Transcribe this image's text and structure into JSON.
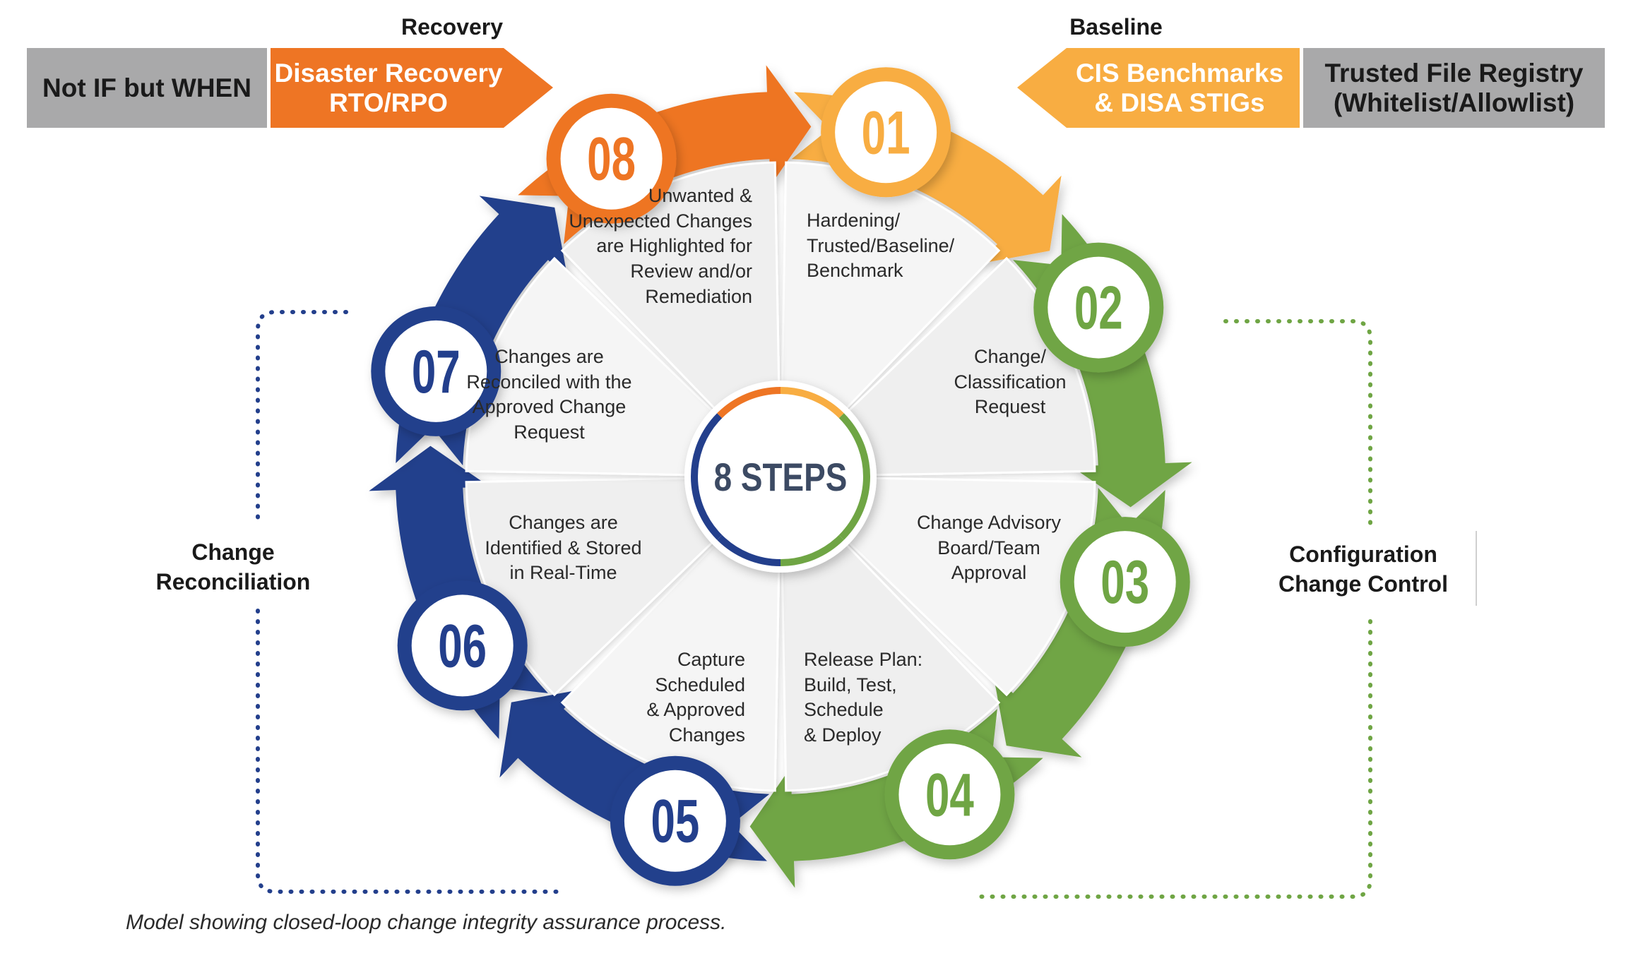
{
  "top": {
    "left_header": "Recovery",
    "right_header": "Baseline",
    "box_not_if": "Not IF but WHEN",
    "box_disaster": [
      "Disaster Recovery",
      "RTO/RPO"
    ],
    "box_cis": [
      "CIS Benchmarks",
      "& DISA STIGs"
    ],
    "box_trusted": [
      "Trusted File Registry",
      "(Whitelist/Allowlist)"
    ]
  },
  "sides": {
    "left": [
      "Change",
      "Reconciliation"
    ],
    "right": [
      "Configuration",
      "Change Control"
    ]
  },
  "center": {
    "label": "8 STEPS"
  },
  "steps": [
    {
      "number": "01",
      "text": "Hardening/\nTrusted/Baseline/\nBenchmark",
      "color": "#f8ad42"
    },
    {
      "number": "02",
      "text": "Change/\nClassification\nRequest",
      "color": "#6fa544"
    },
    {
      "number": "03",
      "text": "Change Advisory\nBoard/Team\nApproval",
      "color": "#6fa544"
    },
    {
      "number": "04",
      "text": "Release Plan:\nBuild, Test,\nSchedule\n& Deploy",
      "color": "#6fa544"
    },
    {
      "number": "05",
      "text": "Capture\nScheduled\n& Approved\nChanges",
      "color": "#233f8c"
    },
    {
      "number": "06",
      "text": "Changes are\nIdentified & Stored\nin Real-Time",
      "color": "#233f8c"
    },
    {
      "number": "07",
      "text": "Changes are\nReconciled with the\nApproved Change\nRequest",
      "color": "#233f8c"
    },
    {
      "number": "08",
      "text": "Unwanted &\nUnexpected Changes\nare Highlighted for\nReview and/or\nRemediation",
      "color": "#ee7524"
    }
  ],
  "caption": "Model showing closed-loop change integrity assurance process.",
  "colors": {
    "orange": "#ee7524",
    "amber": "#f8ad42",
    "green": "#6fa544",
    "blue": "#233f8c",
    "grey_box": "#a9a9aa",
    "segment_fill": "#f4f4f4"
  }
}
